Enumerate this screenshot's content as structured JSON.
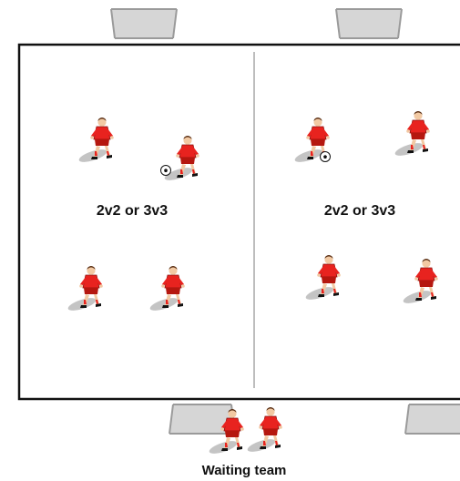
{
  "zones": [
    {
      "label": "2v2 or 3v3"
    },
    {
      "label": "2v2 or 3v3"
    }
  ],
  "waiting_label": "Waiting team",
  "colors": {
    "kit": "#e8231f",
    "kit_dark": "#a9140f",
    "skin": "#f2c9a3",
    "boot": "#111111",
    "shadow": "#b9b9b9",
    "goal_fill": "#d4d4d4",
    "goal_frame": "#9a9a9a",
    "field_line": "#111111",
    "divider": "#bfbfbf"
  }
}
